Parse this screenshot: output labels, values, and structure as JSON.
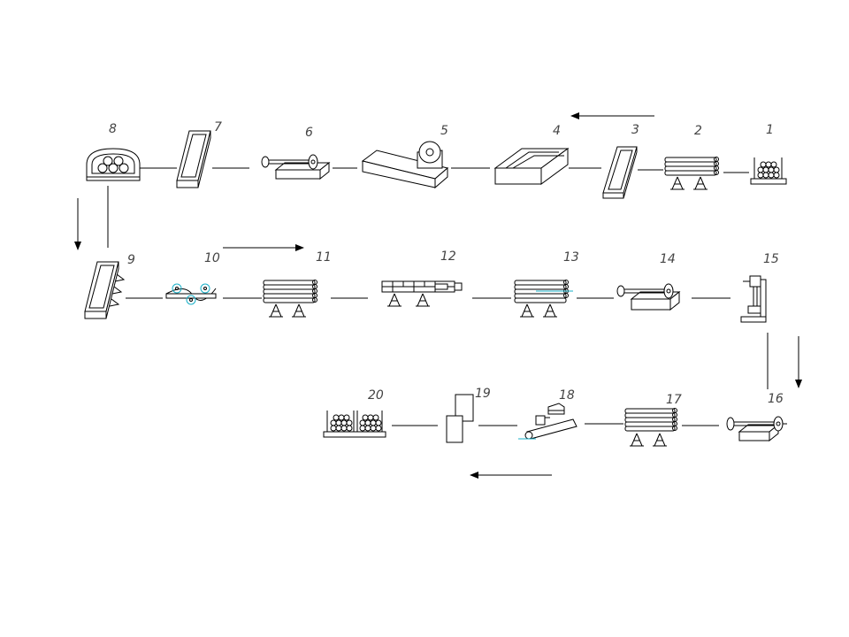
{
  "diagram": {
    "stations": [
      {
        "id": "s1",
        "label": "1"
      },
      {
        "id": "s2",
        "label": "2"
      },
      {
        "id": "s3",
        "label": "3"
      },
      {
        "id": "s4",
        "label": "4"
      },
      {
        "id": "s5",
        "label": "5"
      },
      {
        "id": "s6",
        "label": "6"
      },
      {
        "id": "s7",
        "label": "7"
      },
      {
        "id": "s8",
        "label": "8"
      },
      {
        "id": "s9",
        "label": "9"
      },
      {
        "id": "s10",
        "label": "10"
      },
      {
        "id": "s11",
        "label": "11"
      },
      {
        "id": "s12",
        "label": "12"
      },
      {
        "id": "s13",
        "label": "13"
      },
      {
        "id": "s14",
        "label": "14"
      },
      {
        "id": "s15",
        "label": "15"
      },
      {
        "id": "s16",
        "label": "16"
      },
      {
        "id": "s17",
        "label": "17"
      },
      {
        "id": "s18",
        "label": "18"
      },
      {
        "id": "s19",
        "label": "19"
      },
      {
        "id": "s20",
        "label": "20"
      }
    ],
    "colors": {
      "line": "#000000",
      "accent": "#1ab0c8",
      "label": "#444444"
    }
  }
}
